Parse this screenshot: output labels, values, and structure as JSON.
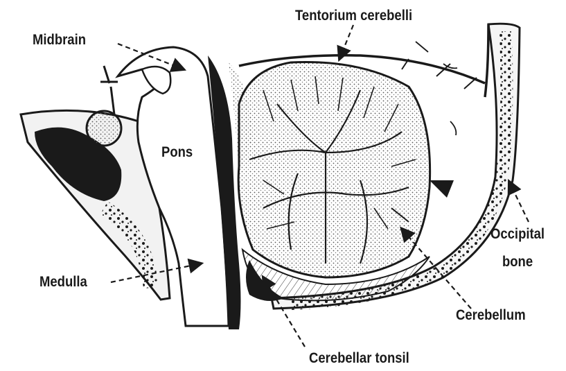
{
  "labels": {
    "midbrain": "Midbrain",
    "tentorium": "Tentorium cerebelli",
    "pons": "Pons",
    "medulla": "Medulla",
    "occipital_line1": "Occipital",
    "occipital_line2": "bone",
    "cerebellum": "Cerebellum",
    "cerebellar_tonsil": "Cerebellar tonsil"
  },
  "colors": {
    "ink": "#1a1a1a",
    "stipple": "#555555",
    "background": "#ffffff"
  }
}
